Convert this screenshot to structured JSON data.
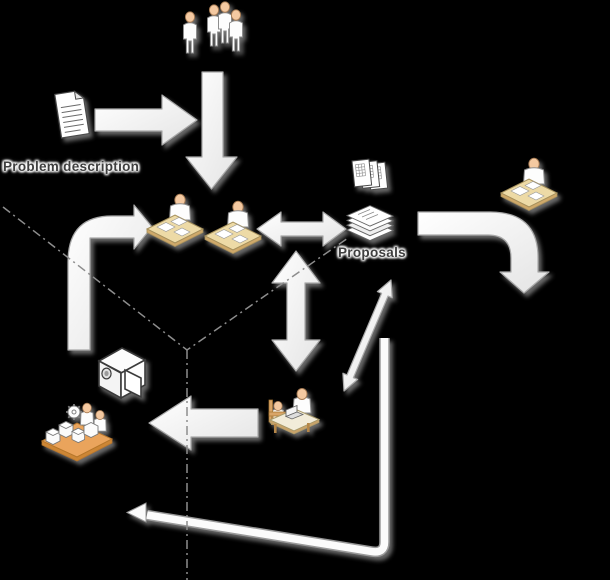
{
  "diagram": {
    "background_color": "#000000",
    "labels": {
      "problem_description": "Problem description",
      "proposals": "Proposals"
    },
    "label_style": {
      "text_color": "#3f3f3f",
      "glow_color": "#ffffff"
    },
    "colors": {
      "arrow_fill": "#fdfdfd",
      "arrow_outline": "#a9a9a9",
      "shadow": "#8f8f8f",
      "dash_line": "#8d8d8d",
      "skin_tone": "#f4c9a1",
      "desk_wood": "#eddaa6",
      "platform_orange": "#eaa45b",
      "chair_tan": "#d9a567"
    },
    "icons": [
      {
        "name": "people-group-icon"
      },
      {
        "name": "problem-document-icon"
      },
      {
        "name": "desk-worker-icon"
      },
      {
        "name": "desk-worker-2-icon"
      },
      {
        "name": "forms-stack-icon"
      },
      {
        "name": "paper-stack-icon"
      },
      {
        "name": "desk-reviewer-icon"
      },
      {
        "name": "projector-icon"
      },
      {
        "name": "production-line-icon"
      },
      {
        "name": "meeting-desk-icon"
      }
    ],
    "arrows": [
      {
        "name": "arrow-document-right",
        "style": "block",
        "direction": "right"
      },
      {
        "name": "arrow-group-down",
        "style": "block",
        "direction": "down"
      },
      {
        "name": "arrow-bent-into-desks",
        "style": "block",
        "direction": "up-then-right"
      },
      {
        "name": "arrow-desk-proposals-two-way",
        "style": "block",
        "direction": "left-right"
      },
      {
        "name": "arrow-proposals-right-down",
        "style": "block",
        "direction": "right-then-down"
      },
      {
        "name": "arrow-vertical-two-way",
        "style": "block",
        "direction": "up-down"
      },
      {
        "name": "arrow-diagonal-two-way",
        "style": "thin",
        "direction": "diagonal-two-way"
      },
      {
        "name": "arrow-meeting-to-production",
        "style": "block",
        "direction": "left"
      },
      {
        "name": "arrow-feedback-loop",
        "style": "thin",
        "direction": "down-then-left"
      }
    ],
    "axis_lines": {
      "style": "dash-dot",
      "shape": "V-with-vertical-drop"
    }
  }
}
